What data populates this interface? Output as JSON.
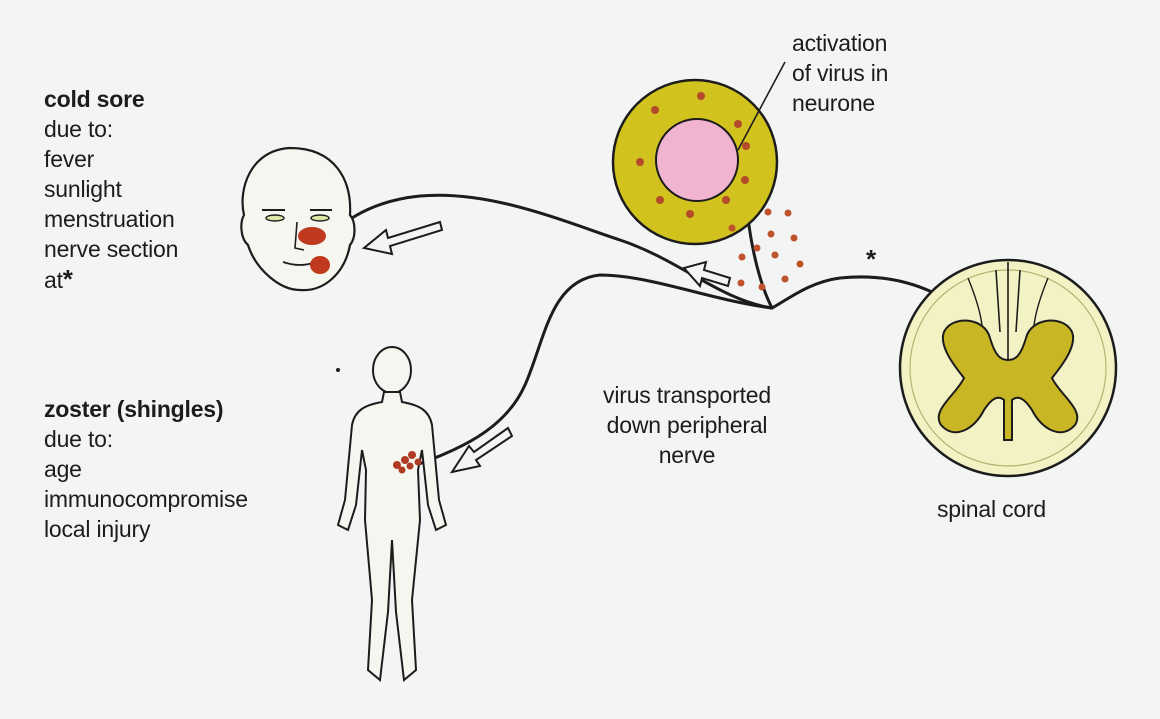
{
  "cold_sore": {
    "title": "cold sore",
    "due_to": "due to:",
    "causes": [
      "fever",
      "sunlight",
      "menstruation",
      "nerve section"
    ],
    "last_line": "at",
    "asterisk": "*"
  },
  "zoster": {
    "title": "zoster (shingles)",
    "due_to": "due to:",
    "causes": [
      "age",
      "immunocompromise",
      "local injury"
    ]
  },
  "neurone_label": [
    "activation",
    "of virus in",
    "neurone"
  ],
  "transport_label": [
    "virus transported",
    "down peripheral",
    "nerve"
  ],
  "spinal_cord_label": "spinal cord",
  "nerve_asterisk": "*",
  "colors": {
    "background": "#f3f4f4",
    "ink": "#1c1c1c",
    "neurone_body": "#d2c21e",
    "nucleus": "#f0b3d0",
    "virus_dot": "#b34a2a",
    "lesion": "#c0391f",
    "cord_outer": "#f2f2c4",
    "grey_matter": "#c9b624"
  }
}
